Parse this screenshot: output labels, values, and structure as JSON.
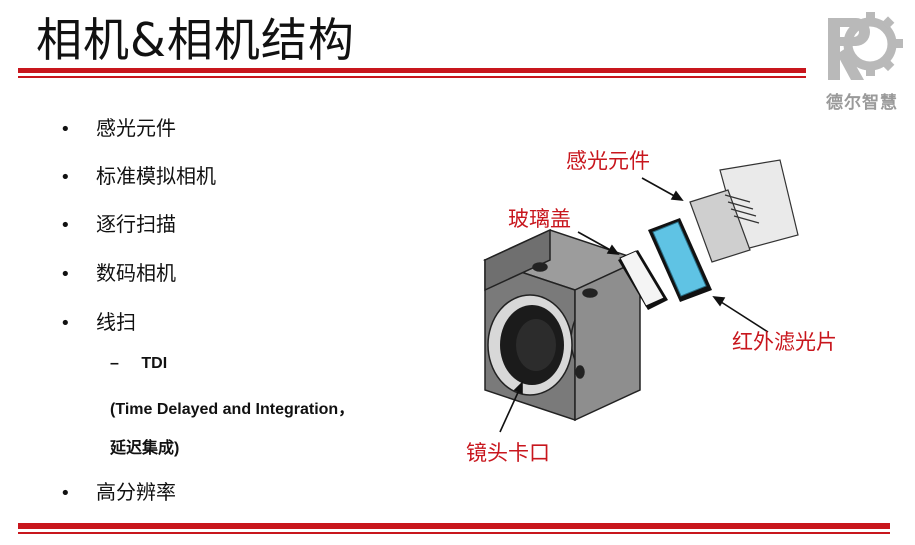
{
  "header": {
    "title": "相机&相机结构"
  },
  "logo": {
    "text": "德尔智慧",
    "icon": "rd-gear-logo"
  },
  "bullets": [
    {
      "label": "感光元件"
    },
    {
      "label": "标准模拟相机"
    },
    {
      "label": "逐行扫描"
    },
    {
      "label": "数码相机"
    },
    {
      "label": "线扫"
    },
    {
      "label": "高分辨率"
    }
  ],
  "bullet_glyph": "•",
  "sub": {
    "dash": "–",
    "name": "TDI",
    "line1": "(Time Delayed and Integration，",
    "line2": "延迟集成)"
  },
  "diagram": {
    "labels": {
      "sensor": "感光元件",
      "glass": "玻璃盖",
      "ir_filter": "红外滤光片",
      "mount": "镜头卡口"
    },
    "colors": {
      "accent": "#c8161d",
      "filter": "#5fc3e4",
      "body": "#8a8a8a"
    }
  }
}
